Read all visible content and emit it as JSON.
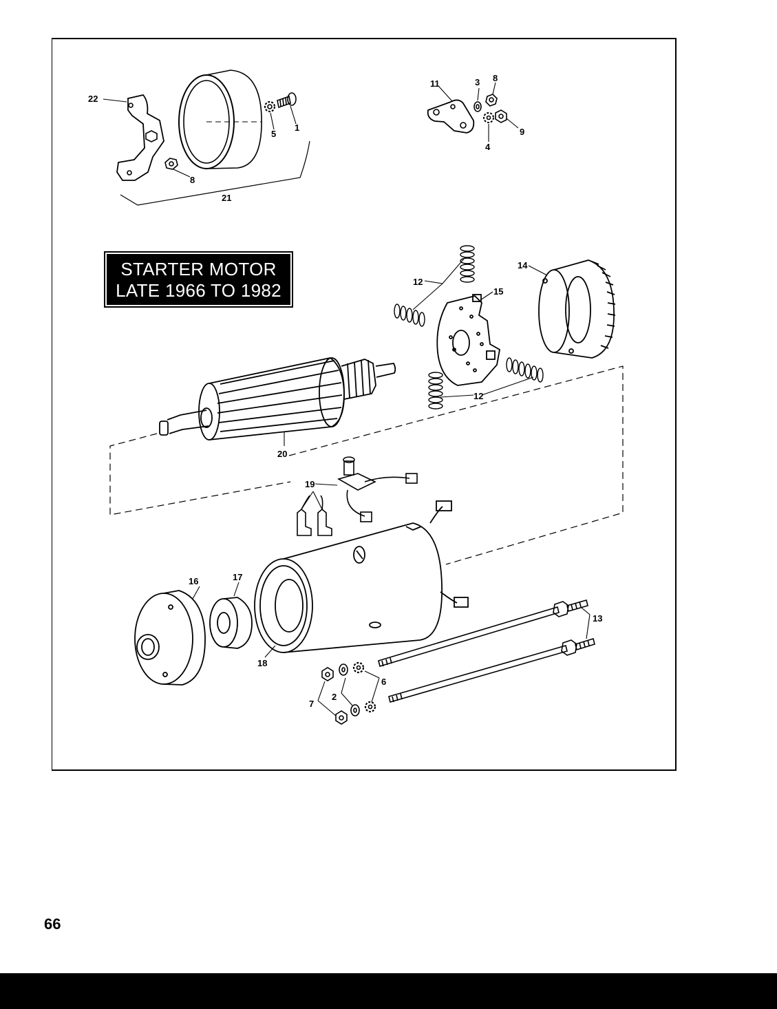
{
  "title": {
    "line1": "STARTER MOTOR",
    "line2": "LATE 1966 TO 1982"
  },
  "page_number": "66",
  "callouts": {
    "c1": "1",
    "c2": "2",
    "c3": "3",
    "c4": "4",
    "c5": "5",
    "c6": "6",
    "c7": "7",
    "c8a": "8",
    "c8b": "8",
    "c9": "9",
    "c11": "11",
    "c12a": "12",
    "c12b": "12",
    "c13": "13",
    "c14": "14",
    "c15": "15",
    "c16": "16",
    "c17": "17",
    "c18": "18",
    "c19": "19",
    "c20": "20",
    "c21": "21",
    "c22": "22"
  }
}
